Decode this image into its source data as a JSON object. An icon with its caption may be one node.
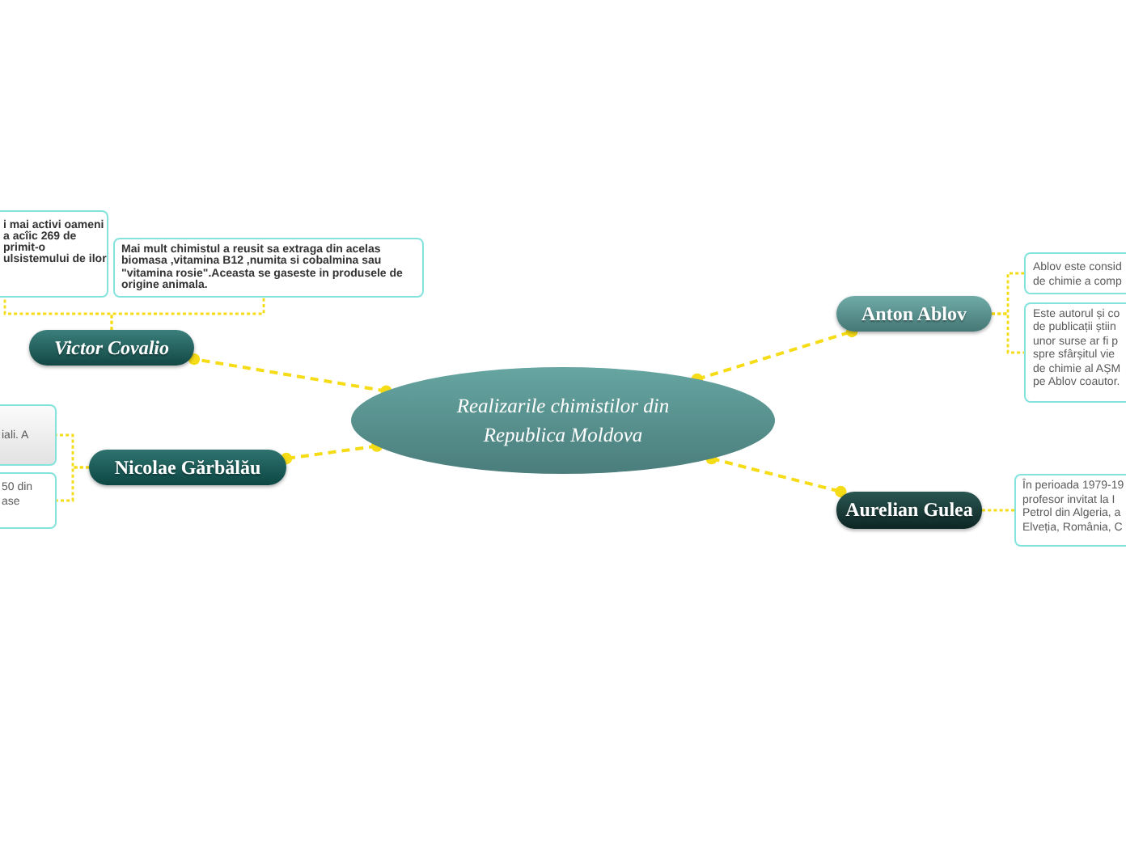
{
  "diagram": {
    "nodes": [
      {
        "text": [
          "Realizarile chimistilor din Republica Moldova"
        ]
      },
      {
        "text": [
          "Victor Covalio"
        ]
      },
      {
        "text": [
          "i mai activi oameni a acîic 269 de primit-o ulsistemului de ilor"
        ]
      },
      {
        "text": [
          "Mai mult chimistul a reusit sa extraga din acelas biomasa ,vitamina B12 ,numita si cobalmina sau \"vitamina rosie\".Aceasta se gaseste in produsele de origine animala."
        ]
      },
      {
        "text": [
          "Anton Ablov"
        ]
      },
      {
        "text": [
          "Ablov este consid de chimie a comp"
        ]
      },
      {
        "text": [
          "Este autorul și co de publicații știin unor surse ar fi p spre sfârșitul vie de chimie al AȘM pe Ablov coautor."
        ]
      },
      {
        "text": [
          "Nicolae Gărbălău"
        ]
      },
      {
        "text": [
          "iali. A"
        ]
      },
      {
        "text": [
          "50 din ase"
        ]
      },
      {
        "text": [
          "Aurelian Gulea"
        ]
      },
      {
        "text": [
          "În perioada 1979-19 profesor invitat la I Petrol din Algeria, a Elveția, România, C"
        ]
      }
    ],
    "edges": [
      {
        "from": 0,
        "to": 1,
        "arrow": "other",
        "style": "dashed"
      },
      {
        "from": 1,
        "to": 2,
        "arrow": "none",
        "style": "dashed"
      },
      {
        "from": 1,
        "to": 3,
        "arrow": "none",
        "style": "dashed"
      },
      {
        "from": 0,
        "to": 4,
        "arrow": "other",
        "style": "dashed"
      },
      {
        "from": 4,
        "to": 5,
        "arrow": "none",
        "style": "dashed"
      },
      {
        "from": 4,
        "to": 6,
        "arrow": "none",
        "style": "dashed"
      },
      {
        "from": 0,
        "to": 7,
        "arrow": "other",
        "style": "dashed"
      },
      {
        "from": 7,
        "to": 8,
        "arrow": "none",
        "style": "dashed"
      },
      {
        "from": 7,
        "to": 9,
        "arrow": "none",
        "style": "dashed"
      },
      {
        "from": 0,
        "to": 10,
        "arrow": "other",
        "style": "dashed"
      },
      {
        "from": 10,
        "to": 11,
        "arrow": "none",
        "style": "dashed"
      }
    ]
  }
}
